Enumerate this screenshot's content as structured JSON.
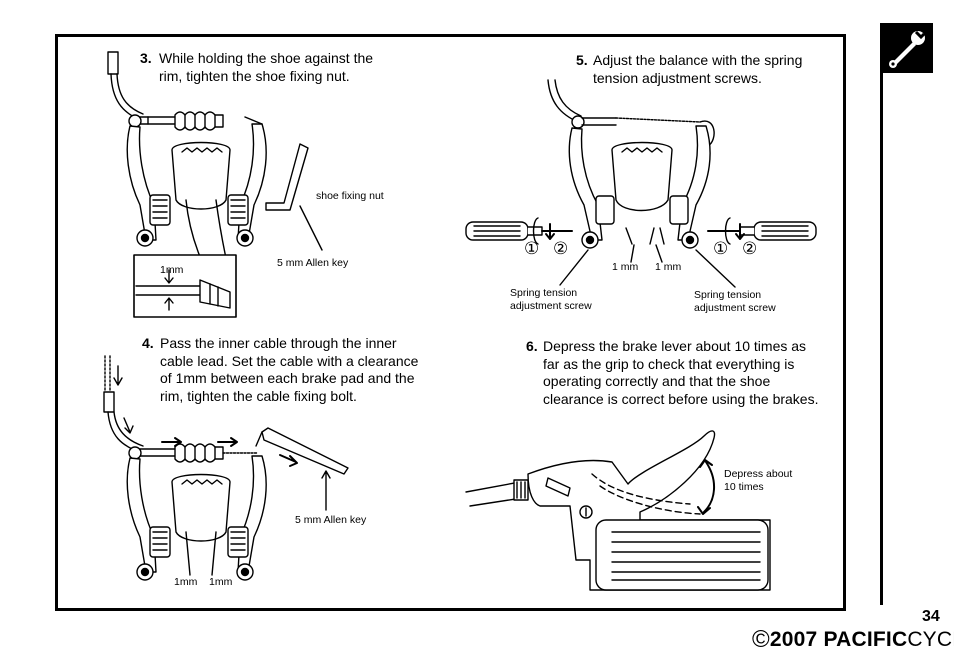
{
  "steps": [
    {
      "num": "3.",
      "lines": [
        "While holding the shoe against the",
        "rim, tighten the shoe fixing nut."
      ]
    },
    {
      "num": "4.",
      "lines": [
        "Pass the inner cable through the inner",
        "cable lead.  Set the cable with a clearance",
        "of 1mm between each brake pad and the",
        "rim, tighten the cable fixing bolt."
      ]
    },
    {
      "num": "5.",
      "lines": [
        "Adjust the balance with the spring",
        "tension adjustment screws."
      ]
    },
    {
      "num": "6.",
      "lines": [
        "Depress the brake lever about 10 times as",
        "far as the grip to check that everything is",
        "operating correctly and that the shoe",
        "clearance is correct before using the brakes."
      ]
    }
  ],
  "labels": {
    "shoe_fixing_nut": "shoe fixing nut",
    "allen_key_a": "5 mm Allen key",
    "allen_key_b": "5 mm Allen key",
    "clearance_1mm": "1mm",
    "pad_gap_left": "1mm",
    "pad_gap_right": "1mm",
    "gap_left": "1 mm",
    "gap_right": "1 mm",
    "spring_left": [
      "Spring tension",
      "adjustment screw"
    ],
    "spring_right": [
      "Spring tension",
      "adjustment screw"
    ],
    "circle_1": "①",
    "circle_2": "②",
    "depress": [
      "Depress about",
      "10 times"
    ]
  },
  "page_number": "34",
  "footer": {
    "copyright": "©",
    "year": "2007",
    "brand": "PACIFIC",
    "suffix": "CYCLE"
  },
  "icons": {
    "section_tab": "wrench-icon"
  }
}
